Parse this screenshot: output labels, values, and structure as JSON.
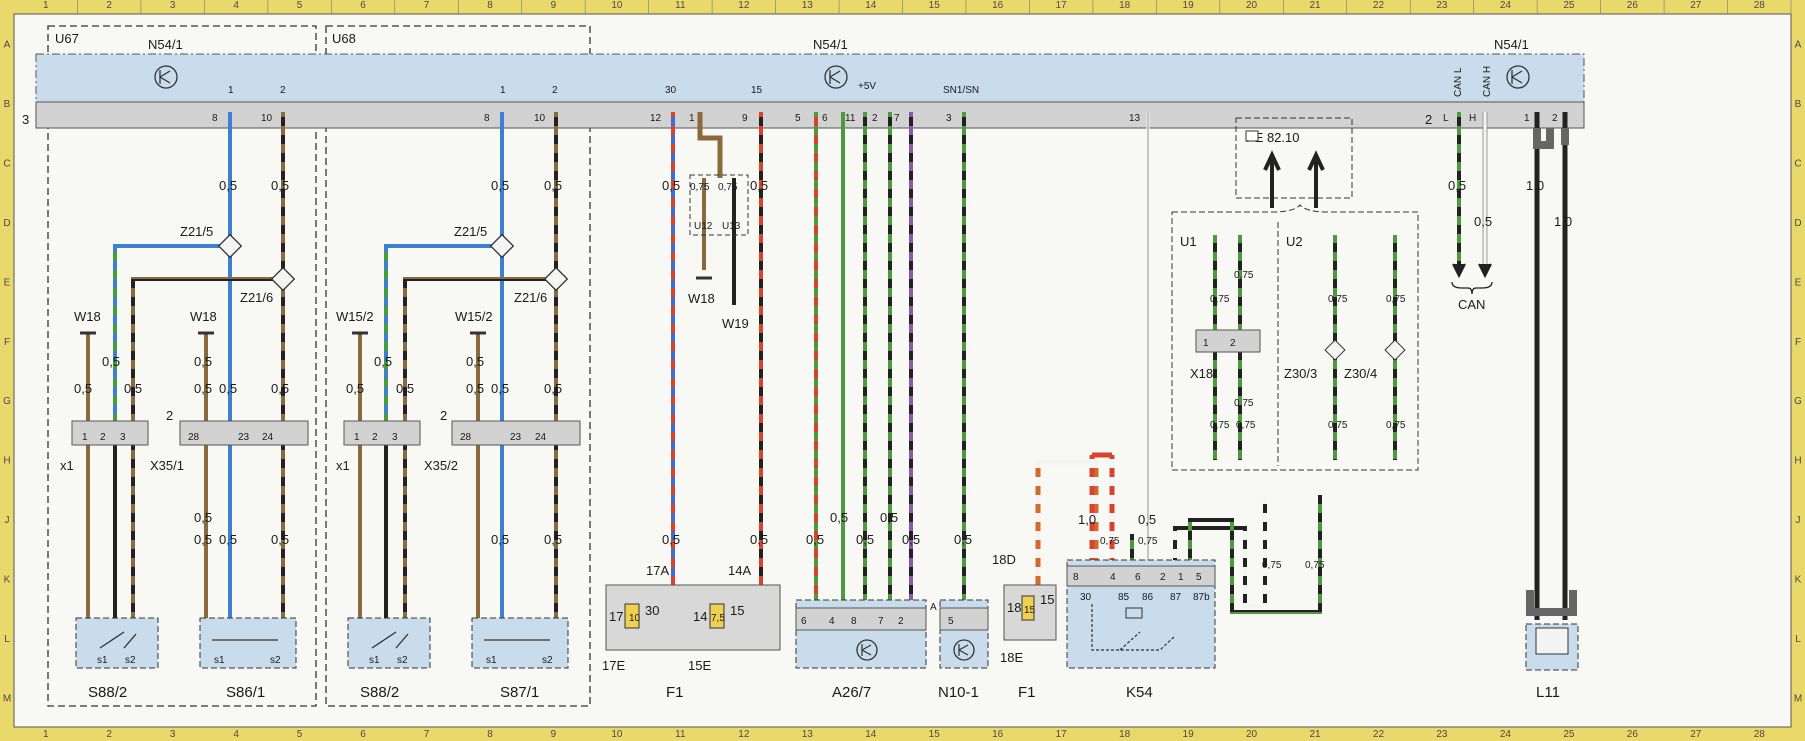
{
  "border": {
    "columns": [
      "1",
      "2",
      "3",
      "4",
      "5",
      "6",
      "7",
      "8",
      "9",
      "10",
      "11",
      "12",
      "13",
      "14",
      "15",
      "16",
      "17",
      "18",
      "19",
      "20",
      "21",
      "22",
      "23",
      "24",
      "25",
      "26",
      "27",
      "28"
    ],
    "rows": [
      "A",
      "B",
      "C",
      "D",
      "E",
      "F",
      "G",
      "H",
      "J",
      "K",
      "L",
      "M"
    ]
  },
  "bus": {
    "label_n54_left": "N54/1",
    "label_n54_mid": "N54/1",
    "label_n54_right": "N54/1",
    "side_number": "3"
  },
  "units": {
    "u67": "U67",
    "u68": "U68"
  },
  "bus_pins": {
    "u67": [
      {
        "top": "1",
        "bot": "8"
      },
      {
        "top": "2",
        "bot": "10"
      }
    ],
    "u68": [
      {
        "top": "1",
        "bot": "8"
      },
      {
        "top": "2",
        "bot": "10"
      }
    ],
    "mid": [
      {
        "top": "30",
        "bot": "12"
      },
      {
        "top": "",
        "bot": "1"
      },
      {
        "top": "15",
        "bot": "9"
      },
      {
        "top": "",
        "bot": "5"
      },
      {
        "top": "",
        "bot": "6"
      },
      {
        "top": "",
        "bot": "11"
      },
      {
        "top": "",
        "bot": "2"
      },
      {
        "top": "",
        "bot": "7"
      },
      {
        "top": "SN1/SN",
        "bot": "3"
      },
      {
        "top": "",
        "bot": "13"
      }
    ],
    "plus5v": "+5V",
    "can_pins": [
      {
        "top": "CAN L",
        "bot": "L"
      },
      {
        "top": "CAN H",
        "bot": "H"
      }
    ],
    "can_prefix": "2",
    "right_pins": [
      {
        "bot": "1"
      },
      {
        "bot": "2"
      }
    ]
  },
  "wire_sizes": {
    "s05": "0,5",
    "s075": "0,75",
    "s10": "1,0"
  },
  "splices": {
    "z21_5": "Z21/5",
    "z21_6": "Z21/6",
    "z30_3": "Z30/3",
    "z30_4": "Z30/4"
  },
  "grounds": {
    "w18": "W18",
    "w15_2": "W15/2",
    "w19": "W19"
  },
  "connectors": {
    "x1": "x1",
    "x35_1": "X35/1",
    "x35_2": "X35/2",
    "x18": "X18",
    "x1_pins": [
      "1",
      "2",
      "3"
    ],
    "x35_pins": [
      "28",
      "23",
      "24"
    ],
    "x35_prefix": "2",
    "x18_pins": [
      "1",
      "2"
    ]
  },
  "switches": {
    "s88_2": "S88/2",
    "s86_1": "S86/1",
    "s87_1": "S87/1",
    "s1": "s1",
    "s2": "s2"
  },
  "u12": "U12",
  "u13": "U13",
  "pe": "PE 82.10",
  "u1": "U1",
  "u2": "U2",
  "can_label": "CAN",
  "fuses": {
    "f17a": "17A",
    "f14a": "14A",
    "f18d": "18D",
    "f17e": "17E",
    "f15e": "15E",
    "f18e": "18E",
    "f1": "F1",
    "a17": "17",
    "a10": "10",
    "a30": "30",
    "a14": "14",
    "a75": "7,5",
    "a15": "15",
    "b18": "18",
    "b15": "15"
  },
  "modules": {
    "a26_7": "A26/7",
    "n10_1": "N10-1",
    "k54": "K54",
    "l11": "L11",
    "a_tag": "A"
  },
  "a26_pins": [
    "6",
    "4",
    "8",
    "7",
    "2"
  ],
  "n10_pin": "5",
  "k54_top": [
    "8",
    "4",
    "6",
    "2",
    "1",
    "5"
  ],
  "k54_bot": [
    "30",
    "85",
    "86",
    "87",
    "87b"
  ]
}
